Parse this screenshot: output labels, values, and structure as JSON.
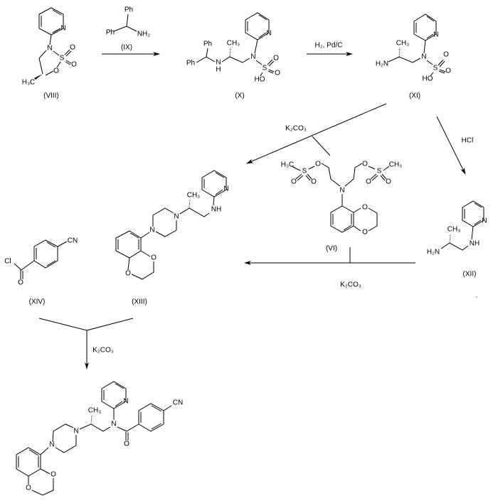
{
  "labels": {
    "VIII": "(VIII)",
    "IX": "(IX)",
    "X": "(X)",
    "XI": "(XI)",
    "VI": "(VI)",
    "XII": "(XII)",
    "XIII": "(XIII)",
    "XIV": "(XIV)"
  },
  "conditions": {
    "hydrogenation": "H₂, Pd/C",
    "alkylation": "K₂CO₃",
    "hydrolysis": "HCl",
    "cyclization": "K₂CO₃",
    "acylation": "K₂CO₃"
  },
  "atoms": {
    "VIII": [
      "N",
      "N",
      "S",
      "O",
      "O",
      "O",
      "H₃C"
    ],
    "IX": [
      "Ph",
      "Ph",
      "NH₂"
    ],
    "X": [
      "Ph",
      "Ph",
      "N",
      "H",
      "CH₃",
      "N",
      "N",
      "S",
      "O",
      "O",
      "HO"
    ],
    "XI": [
      "H₂N",
      "CH₃",
      "N",
      "N",
      "S",
      "O",
      "O",
      "HO"
    ],
    "VI": [
      "H₃C",
      "S",
      "O",
      "O",
      "O",
      "O",
      "S",
      "CH₃",
      "O",
      "O",
      "N",
      "O",
      "O"
    ],
    "XII": [
      "N",
      "NH",
      "CH₃",
      "H₂N"
    ],
    "XIV": [
      "CN",
      "Cl",
      "O"
    ],
    "XIII": [
      "N",
      "NH",
      "CH₃",
      "N",
      "N",
      "O",
      "O"
    ],
    "product": [
      "N",
      "N",
      "CH₃",
      "N",
      "N",
      "O",
      "O",
      "O",
      "CN"
    ]
  }
}
